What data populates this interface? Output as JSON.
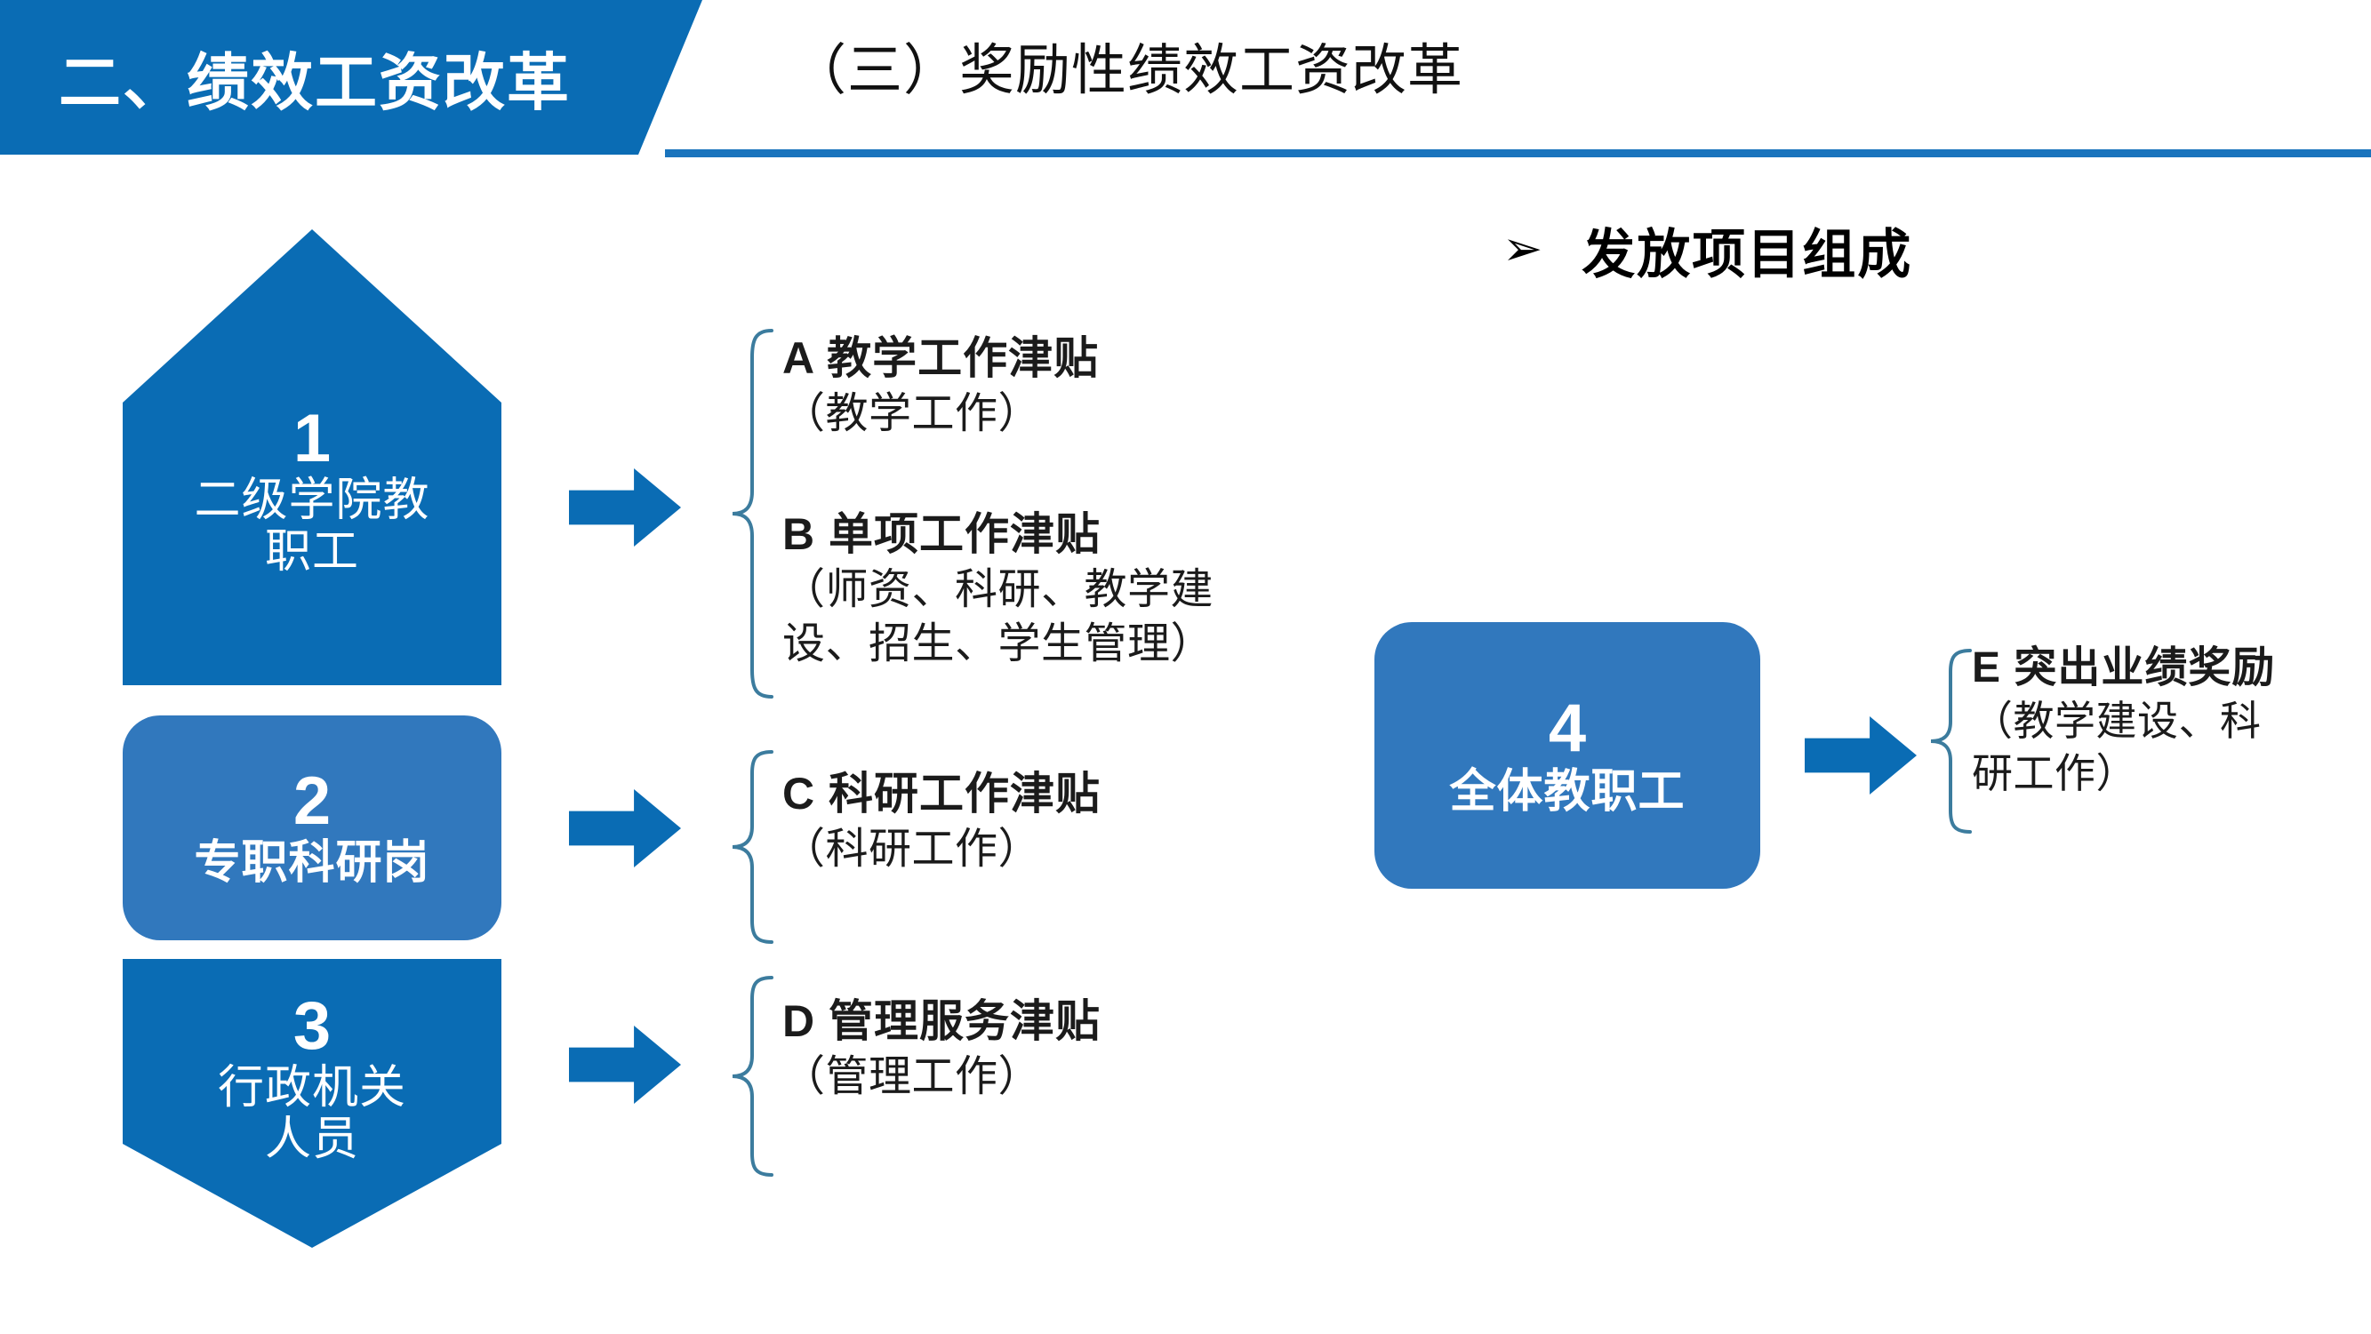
{
  "header": {
    "kicker": "二、绩效工资改革",
    "title": "（三）奖励性绩效工资改革",
    "accent_color": "#0a6cb4",
    "underline_color": "#1a74bd"
  },
  "section_heading": {
    "bullet_icon": "arrow-bullet-icon",
    "bullet_glyph": "➢",
    "label": "发放项目组成"
  },
  "groups": [
    {
      "id": "1",
      "number": "1",
      "caption_lines": [
        "二级学院教",
        "职工"
      ],
      "shape": "pentagon-up",
      "fill": "#0a6cb4"
    },
    {
      "id": "2",
      "number": "2",
      "caption_lines": [
        "专职科研岗"
      ],
      "shape": "rounded-rect",
      "fill": "#3178bd"
    },
    {
      "id": "3",
      "number": "3",
      "caption_lines": [
        "行政机关",
        "人员"
      ],
      "shape": "pentagon-down",
      "fill": "#0a6cb4"
    },
    {
      "id": "4",
      "number": "4",
      "caption_lines": [
        "全体教职工"
      ],
      "shape": "rounded-rect",
      "fill": "#3178bd"
    }
  ],
  "items": {
    "a": {
      "title": "A  教学工作津贴",
      "sub_lines": [
        "（教学工作）"
      ]
    },
    "b": {
      "title": "B  单项工作津贴",
      "sub_lines": [
        "（师资、科研、教学建",
        "设、招生、学生管理）"
      ]
    },
    "c": {
      "title": "C  科研工作津贴",
      "sub_lines": [
        "（科研工作）"
      ]
    },
    "d": {
      "title": "D 管理服务津贴",
      "sub_lines": [
        "（管理工作）"
      ]
    },
    "e": {
      "title": "E 突出业绩奖励",
      "sub_lines": [
        "（教学建设、科",
        "研工作）"
      ]
    }
  },
  "arrows": {
    "icon": "right-arrow-icon",
    "color": "#0a6cb4",
    "count": 4
  },
  "braces": {
    "icon": "curly-brace-icon",
    "color": "#3c7c9e",
    "count": 4
  }
}
